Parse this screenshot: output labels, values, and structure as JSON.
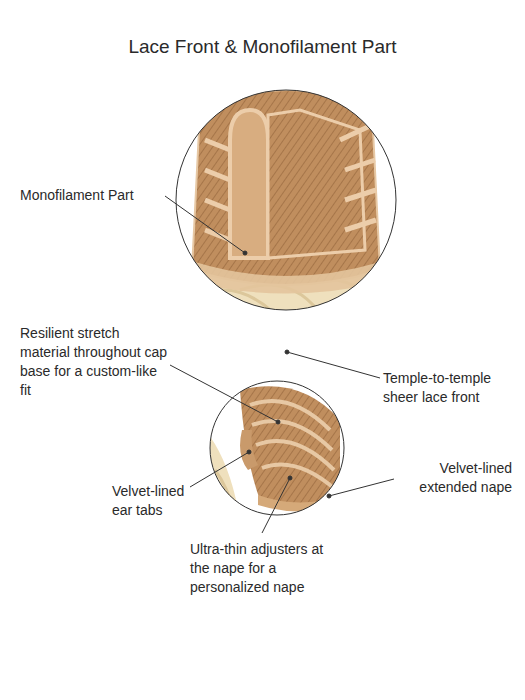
{
  "diagram": {
    "title": "Lace Front & Monofilament Part",
    "labels": [
      "Monofilament Part",
      "Resilient stretch material throughout cap base for a custom-like fit",
      "Temple-to-temple sheer lace front",
      "Velvet-lined ear tabs",
      "Velvet-lined extended nape",
      "Ultra-thin adjusters at the nape for a personalized nape"
    ]
  }
}
